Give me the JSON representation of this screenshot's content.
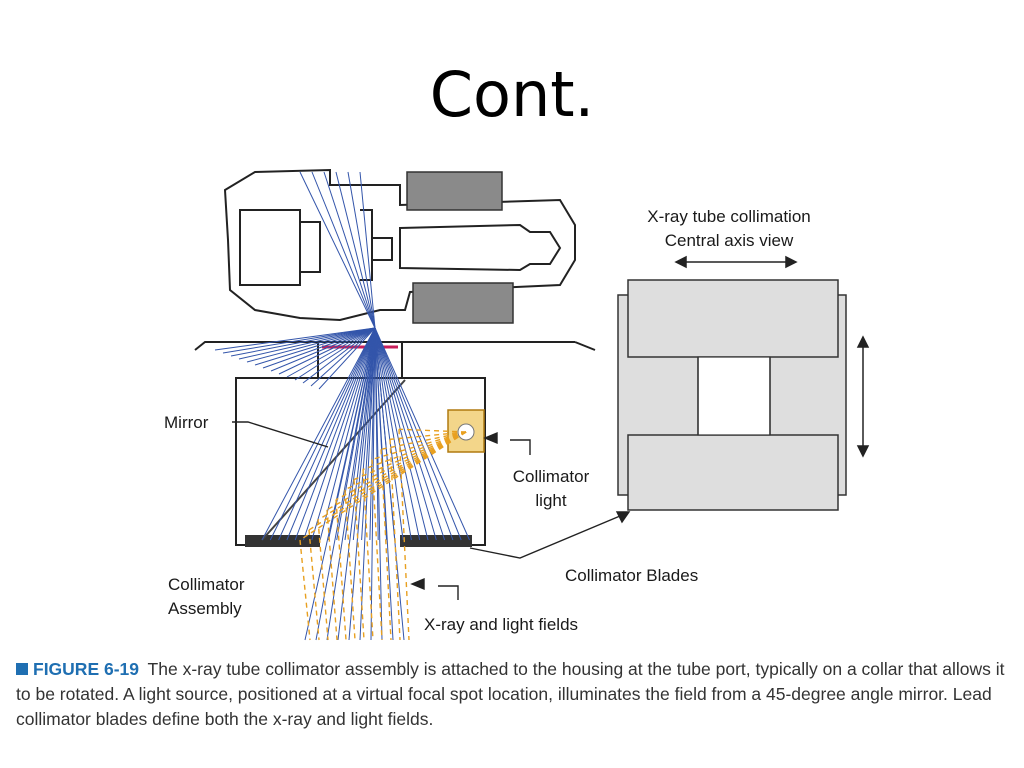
{
  "slide": {
    "title": "Cont."
  },
  "labels": {
    "tube_view_line1": "X-ray tube collimation",
    "tube_view_line2": "Central axis view",
    "mirror": "Mirror",
    "collimator_light_line1": "Collimator",
    "collimator_light_line2": "light",
    "collimator_blades": "Collimator Blades",
    "collimator_assembly_line1": "Collimator",
    "collimator_assembly_line2": "Assembly",
    "fields": "X-ray and light fields"
  },
  "caption": {
    "figure_label": "FIGURE 6-19",
    "text": "The x-ray tube collimator assembly is attached to the housing at the tube port, typically on a collar that allows it to be rotated. A light source, positioned at a virtual focal spot location, illuminates the field from a 45-degree angle mirror. Lead collimator blades define both the x-ray and light fields."
  },
  "colors": {
    "xray_beam": "#3355aa",
    "light_beam": "#e8a020",
    "blade_fill": "#dedede",
    "figure_accent": "#1f6fb2",
    "window_red": "#c81e5a"
  }
}
